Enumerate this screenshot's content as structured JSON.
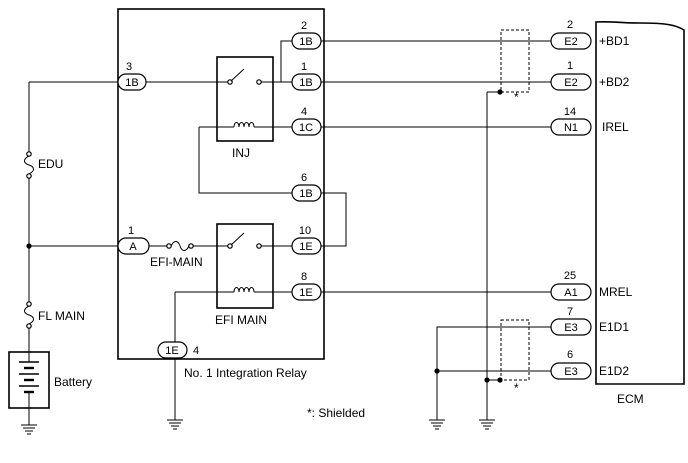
{
  "relay_block": {
    "title": "No. 1 Integration Relay",
    "inj_label": "INJ",
    "efi_main_relay_label": "EFI MAIN",
    "efi_main_fuse_label": "EFI-MAIN",
    "connectors": [
      {
        "pin": "3",
        "code": "1B"
      },
      {
        "pin": "2",
        "code": "1B"
      },
      {
        "pin": "1",
        "code": "1B"
      },
      {
        "pin": "4",
        "code": "1C"
      },
      {
        "pin": "6",
        "code": "1B"
      },
      {
        "pin": "1",
        "code": "A"
      },
      {
        "pin": "10",
        "code": "1E"
      },
      {
        "pin": "8",
        "code": "1E"
      },
      {
        "pin": "4",
        "code": "1E"
      }
    ]
  },
  "left_side": {
    "edu_label": "EDU",
    "fl_main_label": "FL MAIN",
    "battery_label": "Battery"
  },
  "ecm": {
    "label": "ECM",
    "terminals": [
      {
        "pin": "2",
        "code": "E2",
        "signal": "+BD1"
      },
      {
        "pin": "1",
        "code": "E2",
        "signal": "+BD2"
      },
      {
        "pin": "14",
        "code": "N1",
        "signal": "IREL"
      },
      {
        "pin": "25",
        "code": "A1",
        "signal": "MREL"
      },
      {
        "pin": "7",
        "code": "E3",
        "signal": "E1D1"
      },
      {
        "pin": "6",
        "code": "E3",
        "signal": "E1D2"
      }
    ]
  },
  "shield_marker": "*",
  "footnote": "*: Shielded"
}
